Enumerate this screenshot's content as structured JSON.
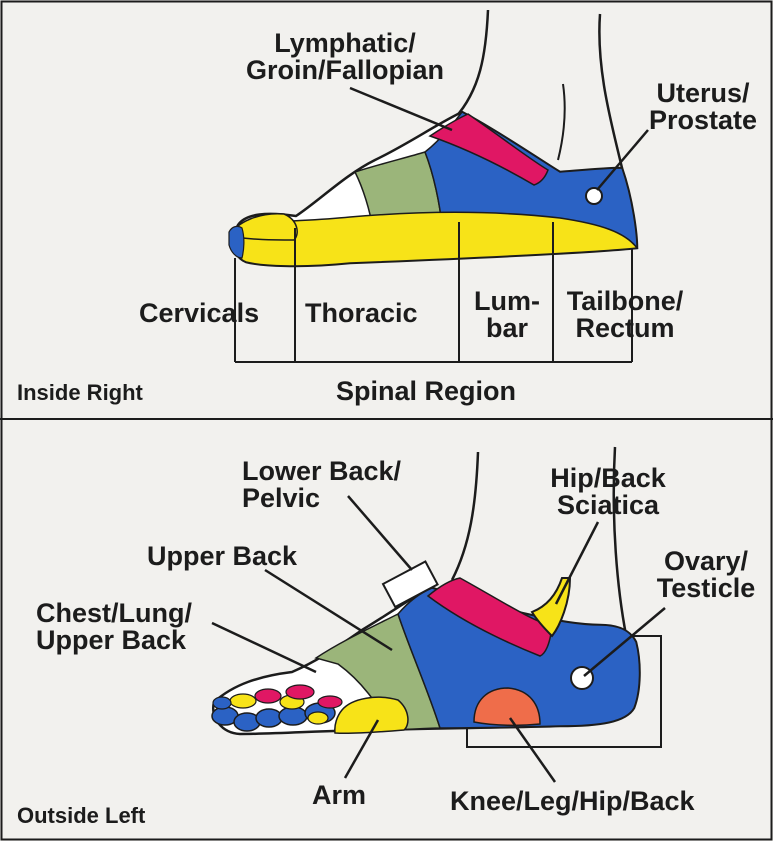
{
  "colors": {
    "blue": "#2b62c4",
    "yellow": "#f7e318",
    "green": "#9bb57a",
    "magenta": "#e01764",
    "orange": "#ef6d4a",
    "white": "#ffffff",
    "outline": "#1c1c1c",
    "panel_background": "#f2f1ee"
  },
  "top_panel": {
    "corner_label": "Inside Right",
    "axis_label": "Spinal Region",
    "labels": {
      "lymphatic_line1": "Lymphatic/",
      "lymphatic_line2": "Groin/Fallopian",
      "uterus_line1": "Uterus/",
      "uterus_line2": "Prostate"
    },
    "segments": {
      "cervicals": "Cervicals",
      "thoracic": "Thoracic",
      "lumbar_line1": "Lum-",
      "lumbar_line2": "bar",
      "tailbone_line1": "Tailbone/",
      "tailbone_line2": "Rectum"
    }
  },
  "bottom_panel": {
    "corner_label": "Outside Left",
    "labels": {
      "lower_back_line1": "Lower Back/",
      "lower_back_line2": "Pelvic",
      "hip_back_line1": "Hip/Back",
      "hip_back_line2": "Sciatica",
      "upper_back": "Upper Back",
      "ovary_line1": "Ovary/",
      "ovary_line2": "Testicle",
      "chest_line1": "Chest/Lung/",
      "chest_line2": "Upper Back",
      "arm": "Arm",
      "knee": "Knee/Leg/Hip/Back"
    }
  }
}
